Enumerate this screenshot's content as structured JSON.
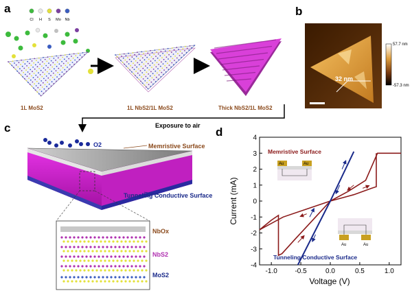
{
  "panels": {
    "a": {
      "label": "a",
      "legend": [
        "Cl",
        "H",
        "S",
        "Mo",
        "Nb"
      ],
      "legend_colors": [
        "#3dbb3d",
        "#e8e8e8",
        "#e3e13a",
        "#7b3fa0",
        "#3a5cc0"
      ],
      "stages": [
        "1L MoS2",
        "1L NbS2/1L MoS2",
        "Thick NbS2/1L MoS2"
      ]
    },
    "b": {
      "label": "b",
      "height_label": "32 nm",
      "colorbar_max": "57.7 nm",
      "colorbar_min": "-57.3 nm"
    },
    "c": {
      "label": "c",
      "arrow_text": "Exposure to air",
      "o2": "O2",
      "memristive": "Memristive Surface",
      "tunneling": "Tunneling Conductive Surface",
      "layers": [
        "NbOx",
        "NbS2",
        "MoS2"
      ]
    },
    "d": {
      "label": "d",
      "memristive": "Memristive Surface",
      "tunneling": "Tunneling Conductive Surface",
      "electrode": "Au"
    }
  },
  "chart_data": {
    "type": "line",
    "xlabel": "Voltage (V)",
    "ylabel": "Current (mA)",
    "xlim": [
      -1.2,
      1.2
    ],
    "ylim": [
      -4,
      4
    ],
    "xticks": [
      -1.0,
      -0.5,
      0.0,
      0.5,
      1.0
    ],
    "yticks": [
      -4,
      -3,
      -2,
      -1,
      0,
      1,
      2,
      3,
      4
    ],
    "grid": false,
    "series": [
      {
        "name": "Memristive Surface",
        "color": "#8b1a1a",
        "x": [
          -1.2,
          -1.0,
          -0.8,
          -0.6,
          -0.4,
          -0.2,
          0.0,
          0.2,
          0.4,
          0.6,
          0.8,
          0.8,
          0.9,
          1.0,
          1.2
        ],
        "y": [
          -1.8,
          -1.4,
          -1.0,
          -0.75,
          -0.5,
          -0.2,
          0.0,
          0.25,
          0.5,
          0.65,
          0.9,
          3.0,
          3.0,
          3.0,
          3.0
        ]
      },
      {
        "name": "Tunneling Conductive Surface",
        "color": "#1a2a8a",
        "x": [
          -0.55,
          0.0,
          0.4
        ],
        "y": [
          -4.0,
          0.0,
          3.1
        ]
      }
    ]
  }
}
